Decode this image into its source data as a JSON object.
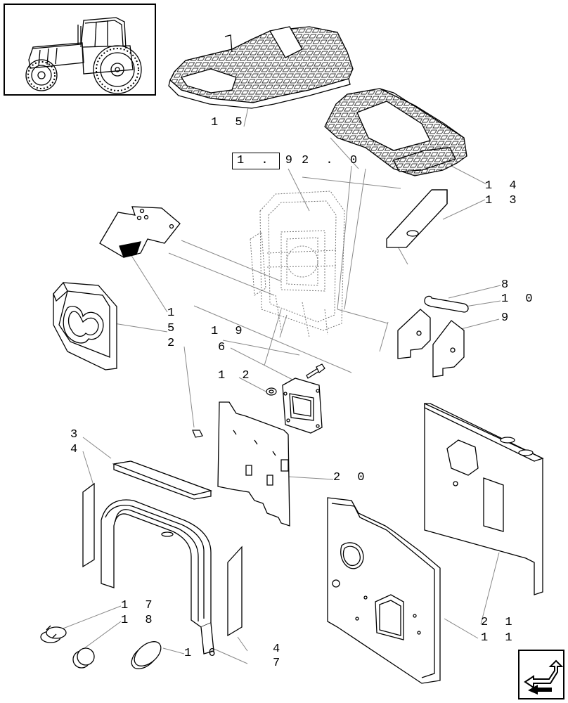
{
  "reference": {
    "group_prefix": "1 . 9",
    "group_suffix": "2 . 0"
  },
  "callouts": {
    "c15": "1 5",
    "c14": "1 4",
    "c13": "1 3",
    "c8": "8",
    "c10": "1 0",
    "c9": "9",
    "c1": "1",
    "c5": "5",
    "c2": "2",
    "c19": "1 9",
    "c6": "6",
    "c12": "1 2",
    "c3": "3",
    "c4a": "4",
    "c20": "2 0",
    "c17": "1 7",
    "c18": "1 8",
    "c16": "1 6",
    "c4b": "4",
    "c7": "7",
    "c21": "2 1",
    "c11": "1 1"
  },
  "icons": {
    "thumbnail": "tractor-icon",
    "navigation": "next-page-arrow-icon"
  },
  "colors": {
    "ink": "#000000",
    "leader": "#8a8a8a",
    "paper": "#ffffff"
  }
}
